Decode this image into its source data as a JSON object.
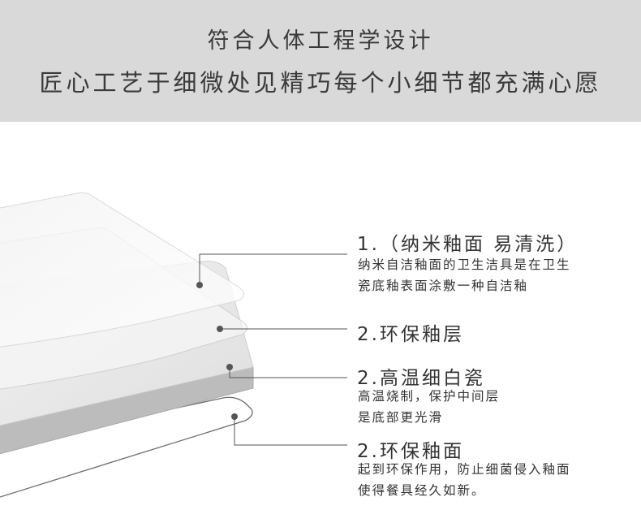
{
  "banner": {
    "line1": "符合人体工程学设计",
    "line2": "匠心工艺于细微处见精巧每个小细节都充满心愿"
  },
  "layers": [
    {
      "title": "1.（纳米釉面 易清洗）",
      "desc": [
        "纳米自洁釉面的卫生洁具是在卫生",
        "瓷底釉表面涂敷一种自洁釉"
      ]
    },
    {
      "title": "2.环保釉层",
      "desc": []
    },
    {
      "title": "2.高温细白瓷",
      "desc": [
        "高温烧制，保护中间层",
        "是底部更光滑"
      ]
    },
    {
      "title": "2.环保釉面",
      "desc": [
        "起到环保作用，防止细菌侵入釉面",
        "使得餐具经久如新。"
      ]
    }
  ],
  "colors": {
    "banner_bg": "#d9d9d9",
    "text": "#333333",
    "leader_line": "#555555",
    "ceramic_side": "#bcbcbc"
  }
}
